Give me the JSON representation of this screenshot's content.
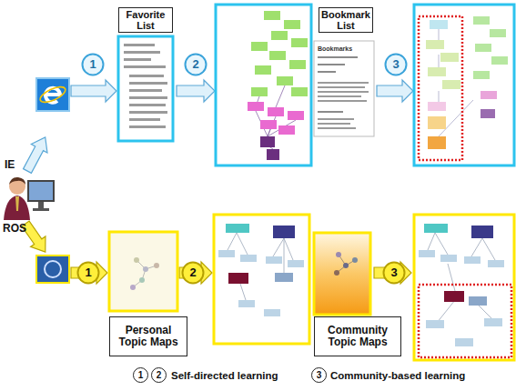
{
  "diagram": {
    "nodes": [
      {
        "text": [
          "1"
        ]
      },
      {
        "text": [
          "Favorite List"
        ]
      },
      {
        "text": [
          "2"
        ]
      },
      {
        "text": [
          "Bookmark List",
          "Bookmarks"
        ]
      },
      {
        "text": [
          "3"
        ]
      },
      {
        "text": [
          "1"
        ]
      },
      {
        "text": [
          "Personal Topic Maps"
        ]
      },
      {
        "text": [
          "2"
        ]
      },
      {
        "text": [
          "Community Topic Maps"
        ]
      },
      {
        "text": [
          "3"
        ]
      }
    ],
    "labels": [
      "IE",
      "ROS",
      "1",
      "2",
      "3"
    ],
    "legend": [
      {
        "text": "Self-directed learning"
      },
      {
        "text": "Community-based learning"
      }
    ]
  }
}
